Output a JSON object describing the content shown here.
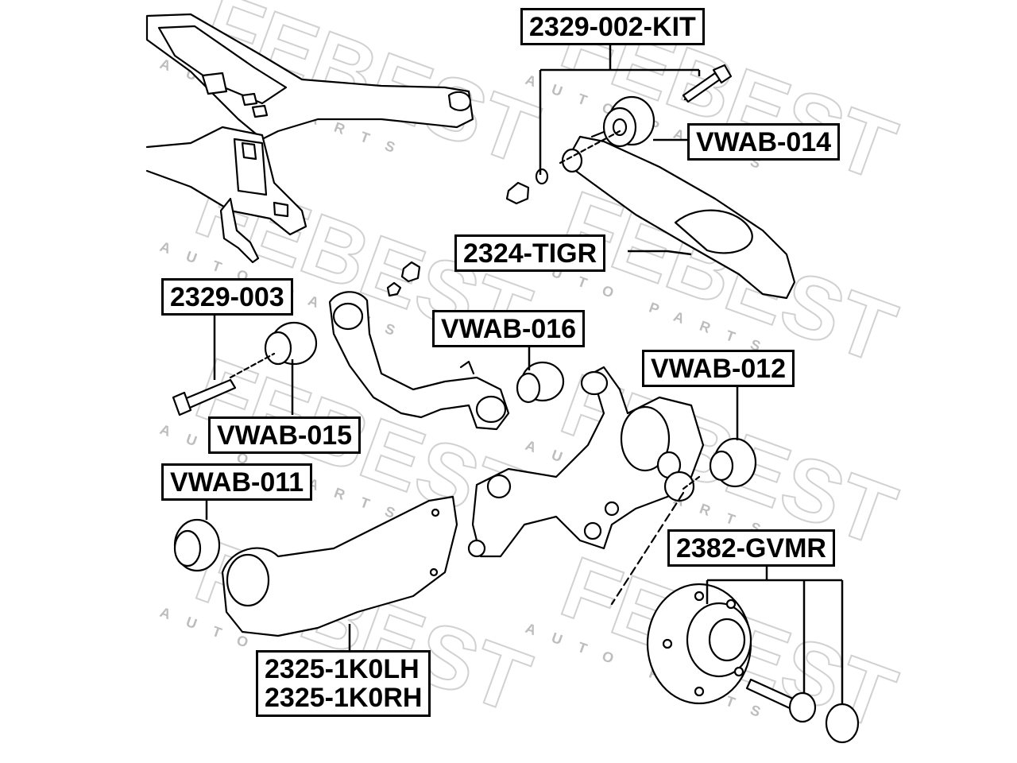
{
  "labels": {
    "kit_2329_002": "2329-002-KIT",
    "vwab_014": "VWAB-014",
    "tigr_2324": "2324-TIGR",
    "p_2329_003": "2329-003",
    "vwab_016": "VWAB-016",
    "vwab_012": "VWAB-012",
    "vwab_015": "VWAB-015",
    "vwab_011": "VWAB-011",
    "gvmr_2382": "2382-GVMR",
    "lh_2325": "2325-1K0LH",
    "rh_2325": "2325-1K0RH"
  },
  "watermark": {
    "brand": "FEBEST",
    "sub": "AUTO PARTS"
  }
}
